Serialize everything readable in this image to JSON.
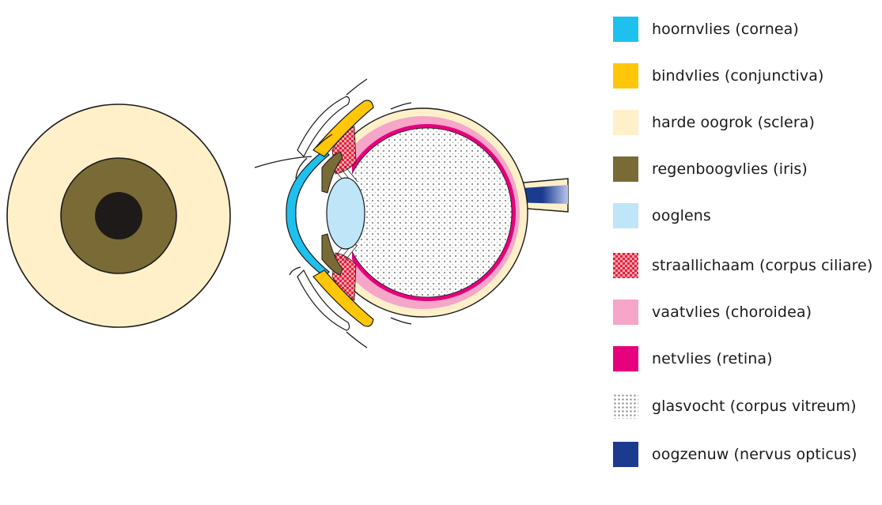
{
  "legend": {
    "items": [
      {
        "key": "cornea",
        "label": "hoornvlies (cornea)",
        "color": "#1ec0ee",
        "pattern": "solid"
      },
      {
        "key": "conjunctiva",
        "label": "bindvlies (conjunctiva)",
        "color": "#ffc60a",
        "pattern": "solid"
      },
      {
        "key": "sclera",
        "label": "harde oogrok (sclera)",
        "color": "#fff0c9",
        "pattern": "solid"
      },
      {
        "key": "iris",
        "label": "regenboogvlies (iris)",
        "color": "#7a6a35",
        "pattern": "solid"
      },
      {
        "key": "lens",
        "label": "ooglens",
        "color": "#bfe6f8",
        "pattern": "solid"
      },
      {
        "key": "ciliary",
        "label": "straallichaam (corpus ciliare)",
        "color": "#e8213a",
        "pattern": "checker"
      },
      {
        "key": "choroid",
        "label": "vaatvlies (choroidea)",
        "color": "#f5a6c9",
        "pattern": "solid"
      },
      {
        "key": "retina",
        "label": "netvlies (retina)",
        "color": "#e6007e",
        "pattern": "solid"
      },
      {
        "key": "vitreous",
        "label": "glasvocht (corpus vitreum)",
        "color": "#888888",
        "pattern": "dots"
      },
      {
        "key": "nerve",
        "label": "oogzenuw (nervus opticus)",
        "color": "#1c3a8e",
        "pattern": "solid"
      }
    ]
  },
  "colors": {
    "pupil": "#1f1a1a",
    "outline": "#1a1a1a",
    "eyelid": "#ffffff"
  }
}
